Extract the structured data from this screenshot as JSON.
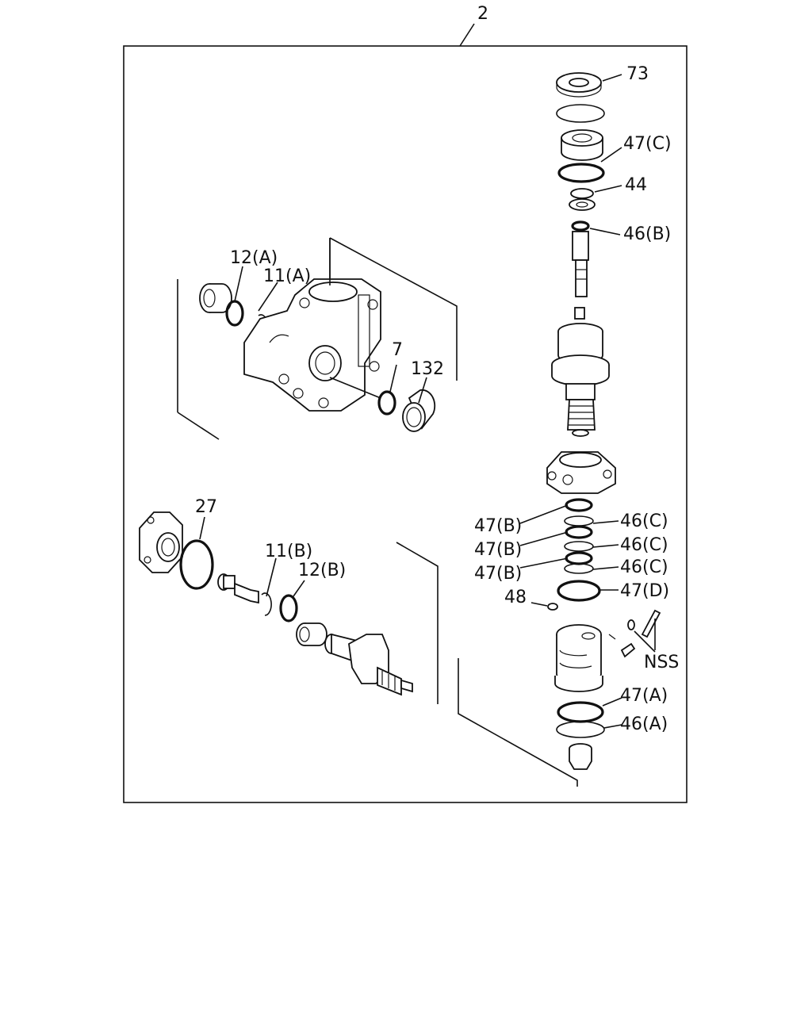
{
  "diagram": {
    "assembly_ref": "2",
    "labels": {
      "p73": "73",
      "p47c": "47(C)",
      "p44": "44",
      "p46b": "46(B)",
      "p12a": "12(A)",
      "p11a": "11(A)",
      "p7": "7",
      "p132": "132",
      "p27": "27",
      "p11b": "11(B)",
      "p12b": "12(B)",
      "p47b_1": "47(B)",
      "p47b_2": "47(B)",
      "p47b_3": "47(B)",
      "p46c_1": "46(C)",
      "p46c_2": "46(C)",
      "p46c_3": "46(C)",
      "p47d": "47(D)",
      "p48": "48",
      "nss": "NSS",
      "p47a": "47(A)",
      "p46a": "46(A)"
    }
  }
}
